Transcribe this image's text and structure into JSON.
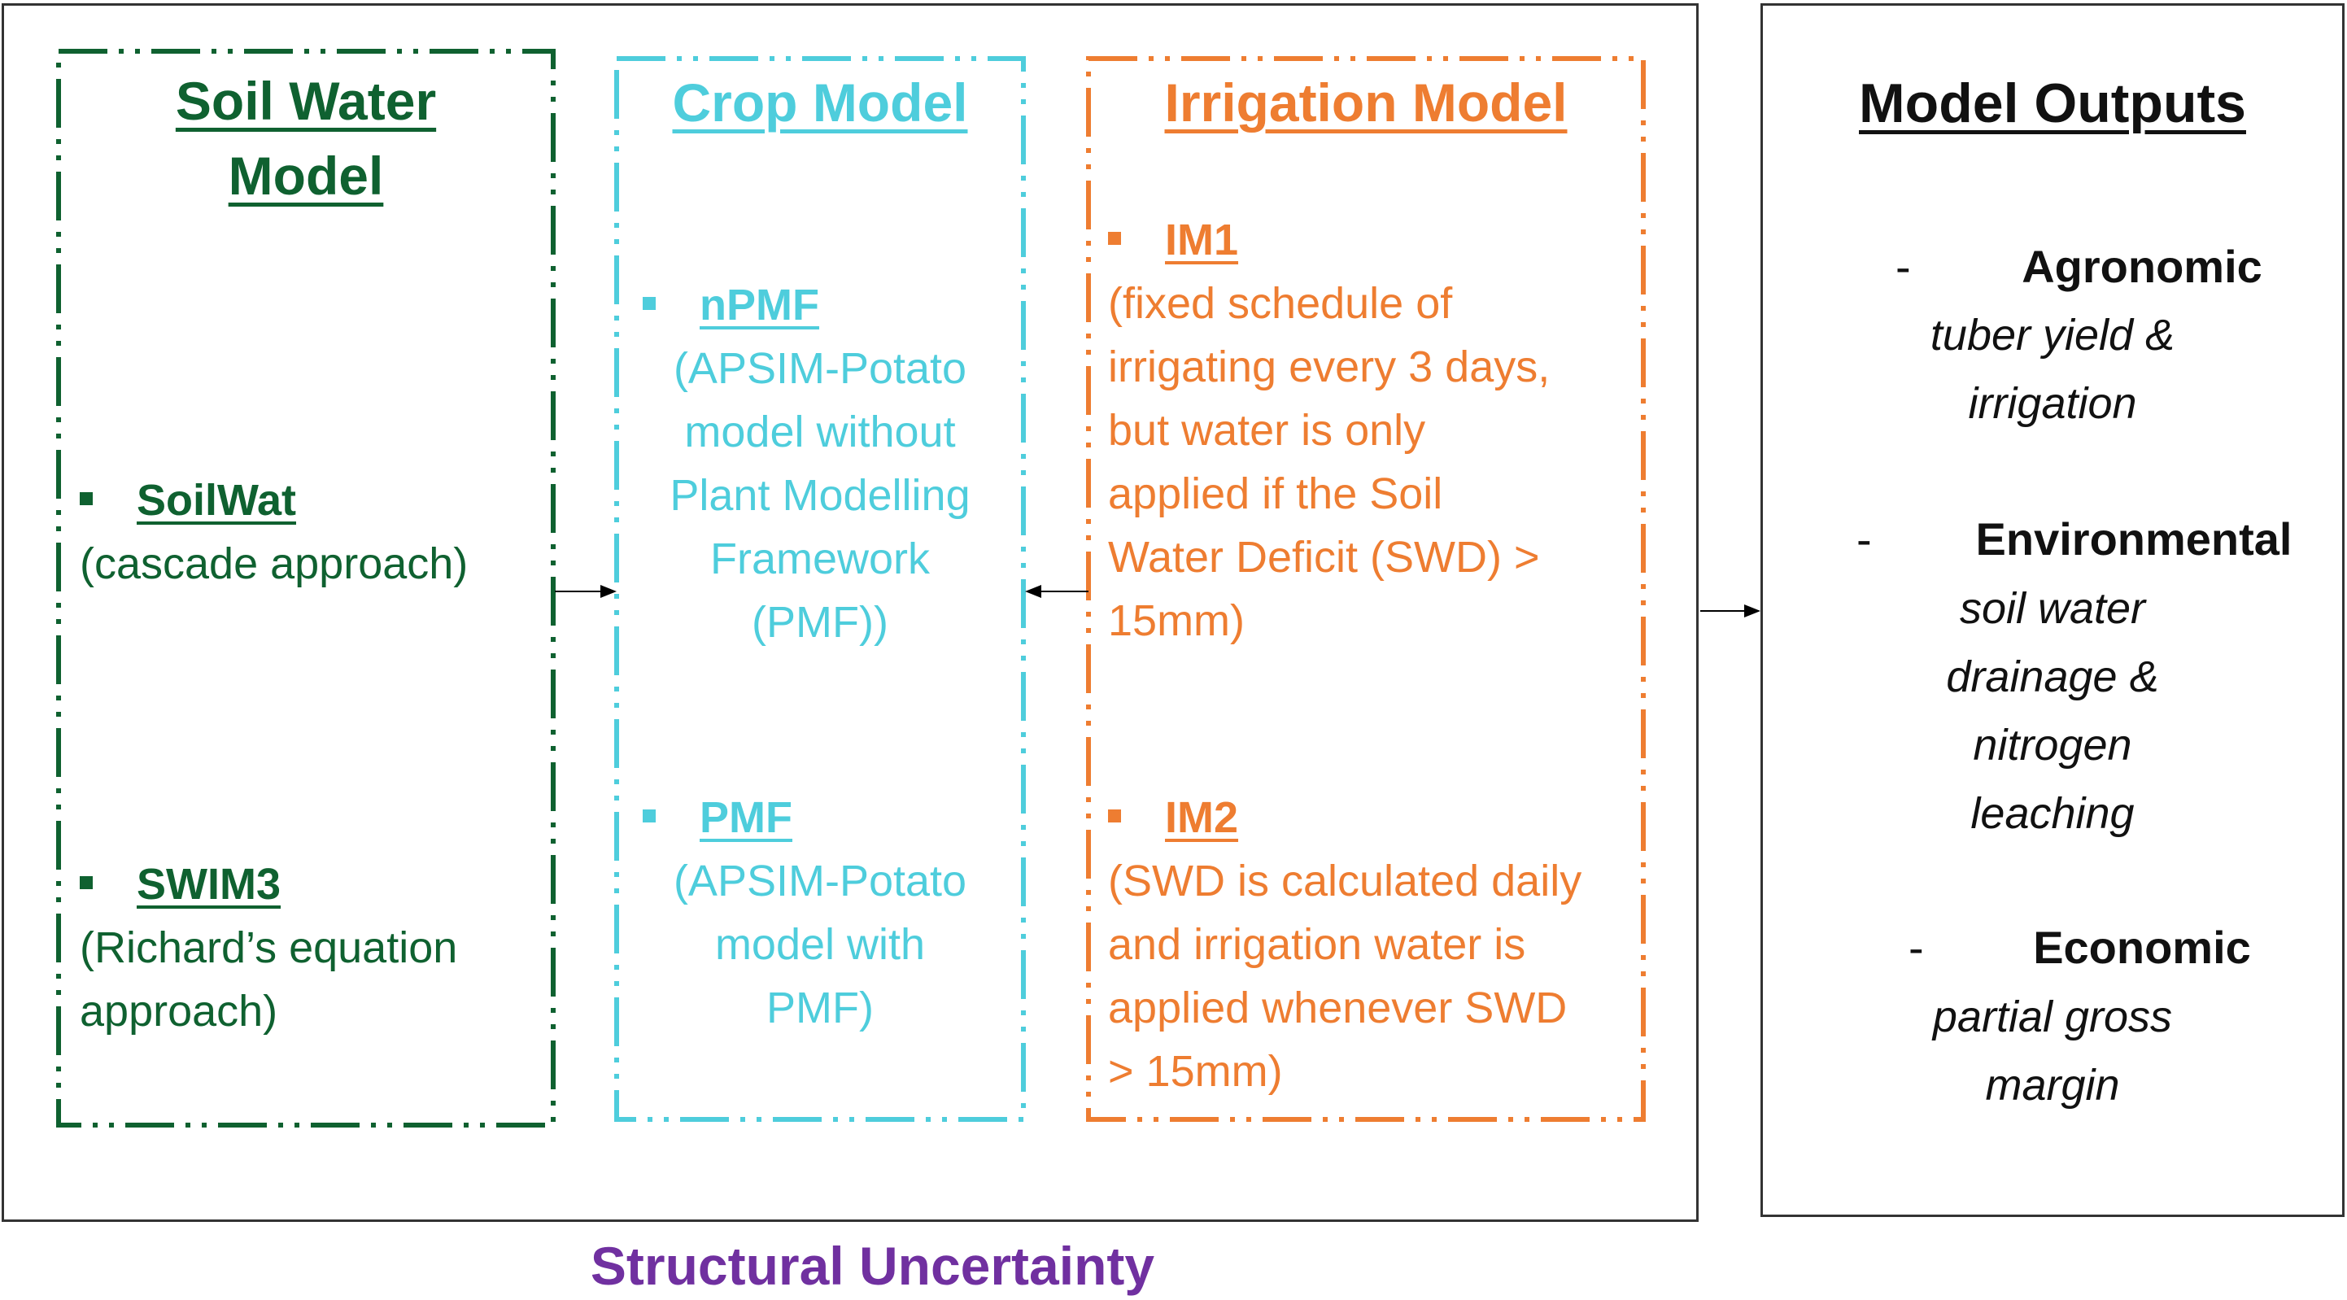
{
  "soil_water_model": {
    "title_line1": "Soil Water",
    "title_line2": "Model",
    "color": "#0f6130",
    "items": [
      {
        "name": "SoilWat",
        "desc": "(cascade approach)"
      },
      {
        "name": "SWIM3",
        "desc_line1": "(Richard’s equation",
        "desc_line2": "approach)"
      }
    ]
  },
  "crop_model": {
    "title": "Crop Model",
    "color": "#4ecddc",
    "items": [
      {
        "name": "nPMF",
        "desc_lines": [
          "(APSIM-Potato",
          "model without",
          "Plant Modelling",
          "Framework",
          "(PMF))"
        ]
      },
      {
        "name": "PMF",
        "desc_lines": [
          "(APSIM-Potato",
          "model with",
          "PMF)"
        ]
      }
    ]
  },
  "irrigation_model": {
    "title": "Irrigation Model",
    "color": "#ee7d31",
    "items": [
      {
        "name": "IM1",
        "desc_lines": [
          "(fixed schedule of",
          "irrigating every 3 days,",
          "but water is only",
          "applied if the Soil",
          "Water Deficit (SWD) >",
          "15mm)"
        ]
      },
      {
        "name": "IM2",
        "desc_lines": [
          "(SWD is calculated daily",
          "and irrigation water is",
          "applied whenever SWD",
          "> 15mm)"
        ]
      }
    ]
  },
  "model_outputs": {
    "title": "Model Outputs",
    "categories": [
      {
        "dash": "-",
        "name": "Agronomic",
        "desc_lines": [
          "tuber yield &",
          "irrigation"
        ]
      },
      {
        "dash": "-",
        "name": "Environmental",
        "desc_lines": [
          "soil water",
          "drainage &",
          "nitrogen",
          "leaching"
        ]
      },
      {
        "dash": "-",
        "name": "Economic",
        "desc_lines": [
          "partial gross",
          "margin"
        ]
      }
    ]
  },
  "footer": {
    "label": "Structural Uncertainty",
    "color": "#7030a0"
  },
  "arrows": [
    {
      "from": "soil_water_model",
      "to": "crop_model"
    },
    {
      "from": "irrigation_model",
      "to": "crop_model"
    },
    {
      "from": "structural_uncertainty_box",
      "to": "model_outputs"
    }
  ]
}
